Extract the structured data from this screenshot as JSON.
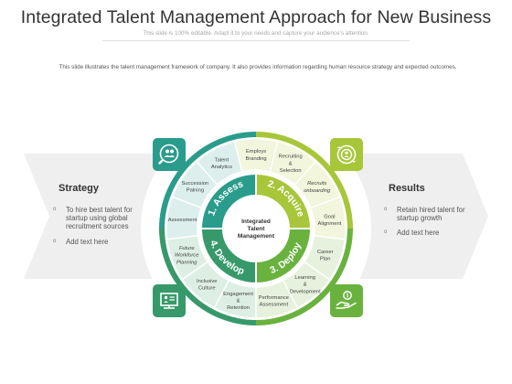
{
  "page": {
    "title": "Integrated Talent Management Approach for New Business",
    "subtitle": "This slide is 100% editable. Adapt it to your needs and capture your audience's attention.",
    "description": "This slide illustrates the talent management framework of company. It also provides information regarding human resource strategy and expected outcomes."
  },
  "strategy": {
    "heading": "Strategy",
    "items": [
      "To hire best talent for startup using global recruitment sources",
      "Add text here"
    ]
  },
  "results": {
    "heading": "Results",
    "items": [
      "Retain hired talent for startup growth",
      "Add text here"
    ]
  },
  "center": {
    "label": "Integrated Talent Management"
  },
  "phases": [
    {
      "label": "1. Assess",
      "color": "#2a9c8c"
    },
    {
      "label": "2. Acquire",
      "color": "#a8c63a"
    },
    {
      "label": "3. Deploy",
      "color": "#6ab23e"
    },
    {
      "label": "4. Develop",
      "color": "#37996a"
    }
  ],
  "segments": [
    {
      "label": "Employs Branding",
      "italic": false
    },
    {
      "label": "Recruiting & Selection",
      "italic": false
    },
    {
      "label": "Recruits onboarding",
      "italic": true
    },
    {
      "label": "Goal Alignment",
      "italic": false
    },
    {
      "label": "Career Plan",
      "italic": false
    },
    {
      "label": "Learning & Development",
      "italic": false
    },
    {
      "label": "Performance Assessment",
      "italic": false
    },
    {
      "label": "Engagement & Retention",
      "italic": false
    },
    {
      "label": "Inclusive Culture",
      "italic": false
    },
    {
      "label": "Future Workforce Planning",
      "italic": true
    },
    {
      "label": "Assessment",
      "italic": false
    },
    {
      "label": "Succession Palning",
      "italic": false
    },
    {
      "label": "Talent Analytics",
      "italic": false
    }
  ],
  "icons": {
    "top_left": "user-search-icon",
    "top_right": "target-people-icon",
    "bottom_left": "presentation-icon",
    "bottom_right": "hand-money-icon"
  },
  "colors": {
    "teal": "#2a9c8c",
    "dark_green": "#37996a",
    "yellow_green": "#a8c63a",
    "green": "#6ab23e"
  }
}
